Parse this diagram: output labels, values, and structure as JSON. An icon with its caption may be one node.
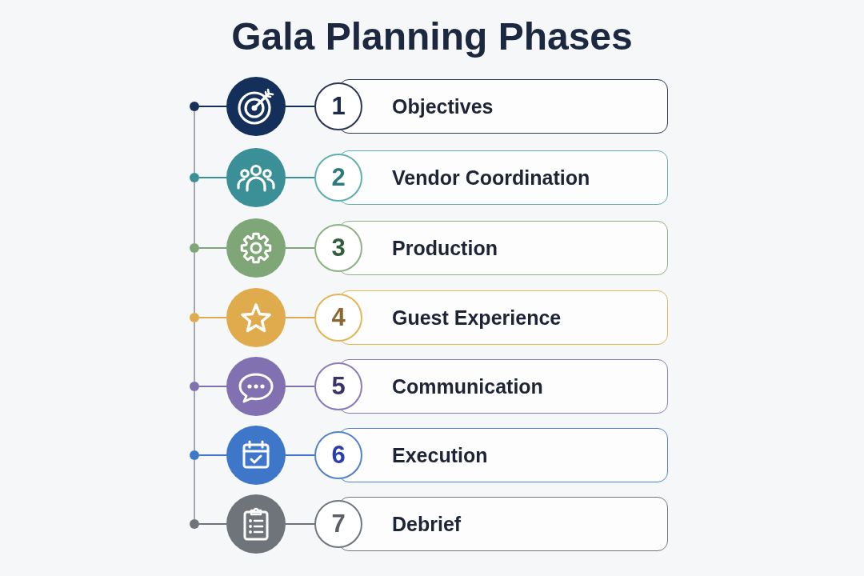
{
  "diagram": {
    "title": "Gala Planning Phases",
    "nodes": [
      {
        "text": [],
        "shape": "circle"
      },
      {
        "text": [],
        "shape": "circle"
      },
      {
        "text": [
          "1"
        ]
      },
      {
        "text": [
          "Objectives"
        ]
      },
      {
        "text": [],
        "shape": "circle"
      },
      {
        "text": [],
        "shape": "circle"
      },
      {
        "text": [
          "2"
        ]
      },
      {
        "text": [
          "Vendor Coordination"
        ]
      },
      {
        "text": [],
        "shape": "circle"
      },
      {
        "text": [],
        "shape": "circle"
      },
      {
        "text": [
          "3"
        ]
      },
      {
        "text": [
          "Production"
        ]
      },
      {
        "text": [],
        "shape": "circle"
      },
      {
        "text": [],
        "shape": "circle"
      },
      {
        "text": [
          "4"
        ]
      },
      {
        "text": [
          "Guest Experience"
        ]
      },
      {
        "text": [],
        "shape": "circle"
      },
      {
        "text": [],
        "shape": "circle"
      },
      {
        "text": [
          "5"
        ]
      },
      {
        "text": [
          "Communication"
        ]
      },
      {
        "text": [],
        "shape": "circle"
      },
      {
        "text": [],
        "shape": "circle"
      },
      {
        "text": [
          "6"
        ]
      },
      {
        "text": [
          "Execution"
        ]
      },
      {
        "text": [],
        "shape": "circle"
      },
      {
        "text": [],
        "shape": "circle"
      },
      {
        "text": [
          "7"
        ]
      },
      {
        "text": [
          "Debrief"
        ]
      }
    ],
    "edges": [
      {
        "from": 0,
        "to": 1,
        "arrow": "none",
        "color": "#14305a"
      },
      {
        "from": 1,
        "to": 2,
        "arrow": "none",
        "color": "#14305a"
      },
      {
        "from": 0,
        "to": 4,
        "arrow": "none"
      },
      {
        "from": 4,
        "to": 5,
        "arrow": "none",
        "color": "#3a9096"
      },
      {
        "from": 5,
        "to": 6,
        "arrow": "none",
        "color": "#3a9096"
      },
      {
        "from": 4,
        "to": 8,
        "arrow": "none"
      },
      {
        "from": 8,
        "to": 9,
        "arrow": "none",
        "color": "#7ea676"
      },
      {
        "from": 9,
        "to": 10,
        "arrow": "none",
        "color": "#7ea676"
      },
      {
        "from": 8,
        "to": 12,
        "arrow": "none"
      },
      {
        "from": 12,
        "to": 13,
        "arrow": "none",
        "color": "#dfab4d"
      },
      {
        "from": 13,
        "to": 14,
        "arrow": "none",
        "color": "#dfab4d"
      },
      {
        "from": 12,
        "to": 16,
        "arrow": "none"
      },
      {
        "from": 16,
        "to": 17,
        "arrow": "none",
        "color": "#8171b1"
      },
      {
        "from": 17,
        "to": 18,
        "arrow": "none",
        "color": "#8171b1"
      },
      {
        "from": 16,
        "to": 20,
        "arrow": "none"
      },
      {
        "from": 20,
        "to": 21,
        "arrow": "none",
        "color": "#3e77c9"
      },
      {
        "from": 21,
        "to": 22,
        "arrow": "none",
        "color": "#3e77c9"
      },
      {
        "from": 20,
        "to": 24,
        "arrow": "none"
      },
      {
        "from": 24,
        "to": 25,
        "arrow": "none",
        "color": "#6e747a"
      },
      {
        "from": 25,
        "to": 26,
        "arrow": "none",
        "color": "#6e747a"
      }
    ]
  }
}
